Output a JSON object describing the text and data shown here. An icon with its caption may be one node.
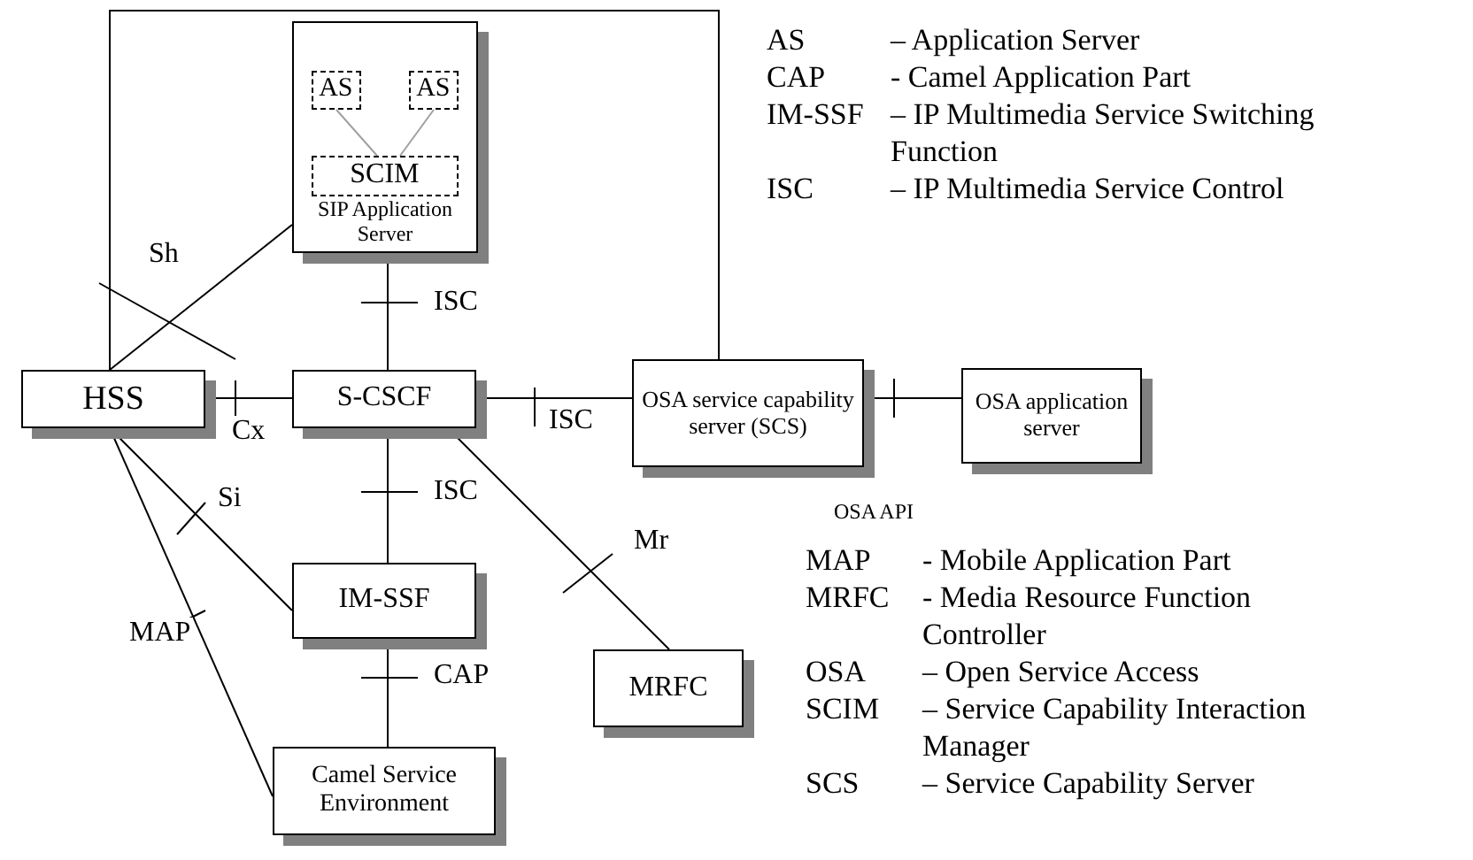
{
  "diagram": {
    "nodes": [
      {
        "text": [
          "SIP Application Server"
        ]
      },
      {
        "text": [
          "AS"
        ],
        "in": 0
      },
      {
        "text": [
          "AS"
        ],
        "in": 0
      },
      {
        "text": [
          "SCIM"
        ],
        "in": 0
      },
      {
        "text": [
          "HSS"
        ]
      },
      {
        "text": [
          "S-CSCF"
        ]
      },
      {
        "text": [
          "OSA service capability server (SCS)"
        ]
      },
      {
        "text": [
          "OSA application server"
        ]
      },
      {
        "text": [
          "IM-SSF"
        ]
      },
      {
        "text": [
          "MRFC"
        ]
      },
      {
        "text": [
          "Camel Service Environment"
        ]
      }
    ],
    "edges": [
      {
        "from": 1,
        "to": 3,
        "arrow": "none",
        "color": "#a0a0a0"
      },
      {
        "from": 2,
        "to": 3,
        "arrow": "none",
        "color": "#a0a0a0"
      },
      {
        "from": 4,
        "to": 0,
        "arrow": "none",
        "label": "Sh"
      },
      {
        "from": 4,
        "to": 6,
        "arrow": "none"
      },
      {
        "from": 0,
        "to": 5,
        "arrow": "none",
        "label": "ISC"
      },
      {
        "from": 4,
        "to": 5,
        "arrow": "none",
        "label": "Cx"
      },
      {
        "from": 5,
        "to": 6,
        "arrow": "none",
        "label": "ISC"
      },
      {
        "from": 6,
        "to": 7,
        "arrow": "none",
        "label": "OSA API"
      },
      {
        "from": 5,
        "to": 8,
        "arrow": "none",
        "label": "ISC"
      },
      {
        "from": 5,
        "to": 9,
        "arrow": "none",
        "label": "Mr"
      },
      {
        "from": 4,
        "to": 8,
        "arrow": "none",
        "label": "Si"
      },
      {
        "from": 4,
        "to": 10,
        "arrow": "none",
        "label": "MAP"
      },
      {
        "from": 8,
        "to": 10,
        "arrow": "none",
        "label": "CAP"
      }
    ],
    "labels": [
      "AS",
      "– Application Server",
      "CAP",
      "- Camel Application Part",
      "IM-SSF",
      "– IP Multimedia Service Switching Function",
      "ISC",
      "– IP Multimedia Service Control",
      "MAP",
      "- Mobile Application Part",
      "MRFC",
      "- Media Resource Function Controller",
      "OSA",
      "– Open Service Access",
      "SCIM",
      "– Service Capability Interaction Manager",
      "SCS",
      "– Service Capability Server"
    ]
  }
}
